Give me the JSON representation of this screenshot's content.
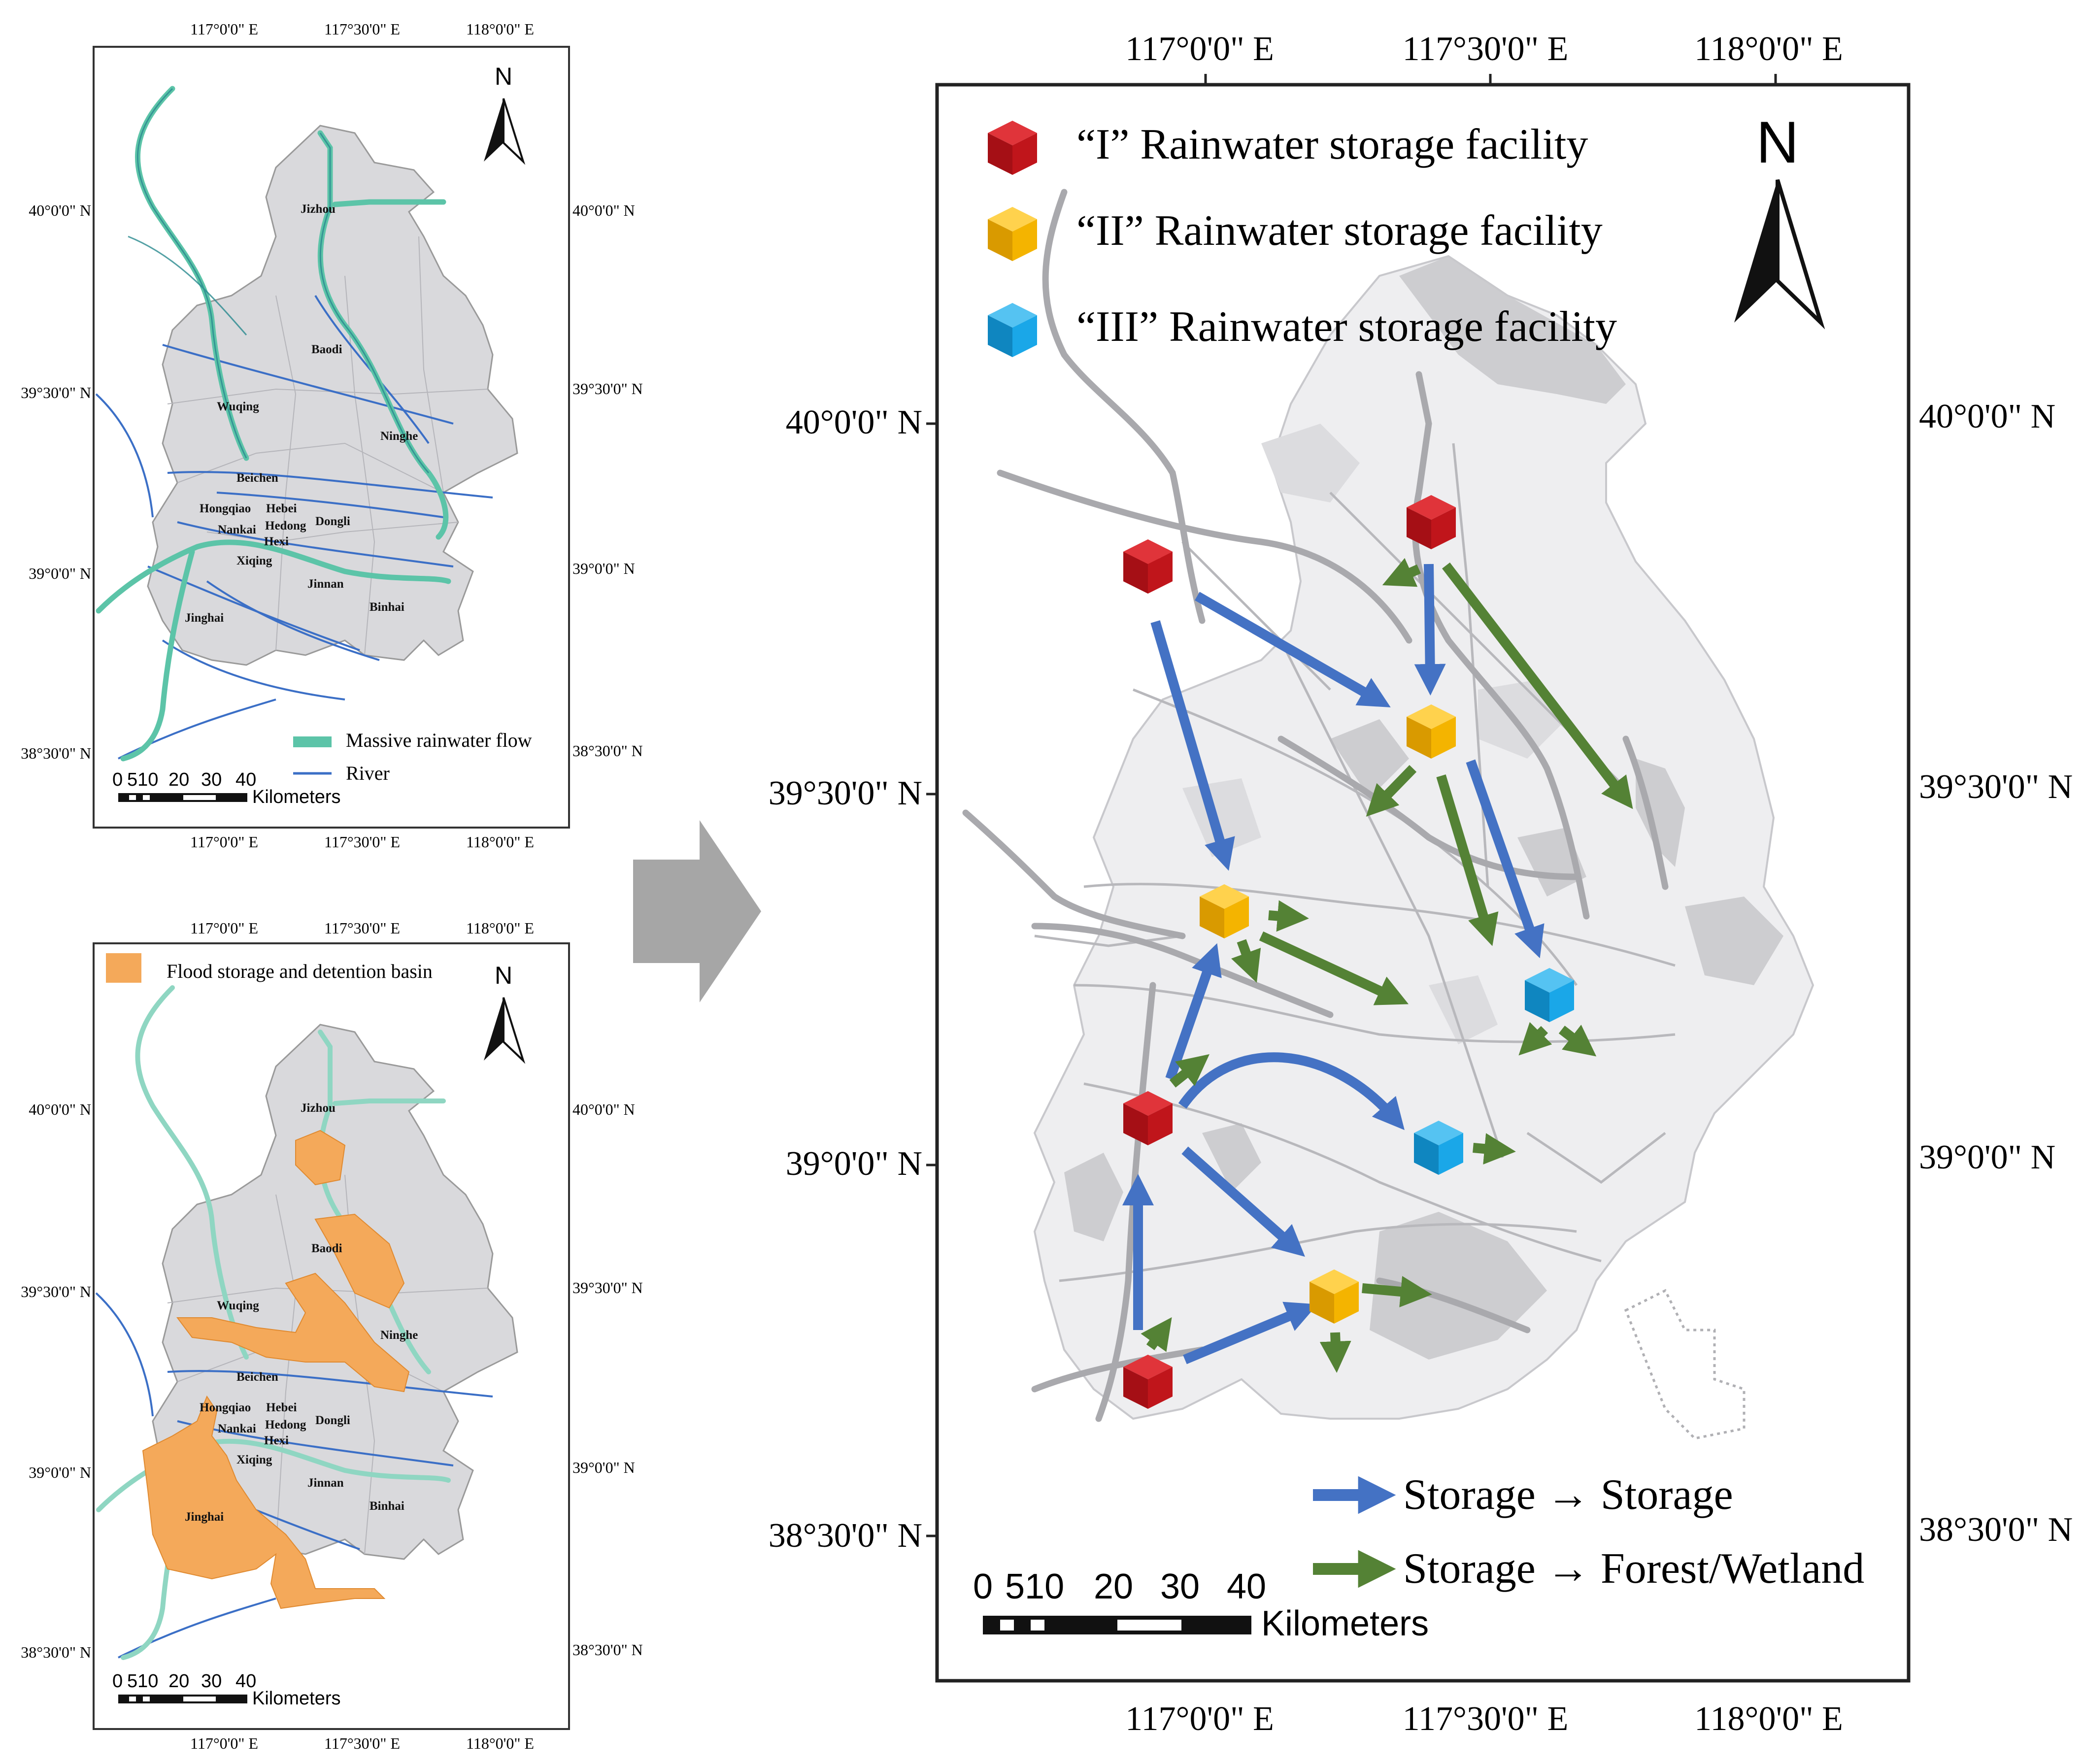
{
  "panels": {
    "top_left": {
      "graticule": {
        "x_labels": [
          "117°0'0\" E",
          "117°30'0\" E",
          "118°0'0\" E"
        ],
        "y_labels": [
          "40°0'0\" N",
          "39°30'0\" N",
          "39°0'0\" N",
          "38°30'0\" N"
        ]
      },
      "districts": [
        "Jizhou",
        "Baodi",
        "Wuqing",
        "Ninghe",
        "Beichen",
        "Hongqiao",
        "Hebei",
        "Nankai",
        "Hedong",
        "Dongli",
        "Hexi",
        "Xiqing",
        "Jinnan",
        "Jinghai",
        "Binhai"
      ],
      "legend": {
        "rainwater_flow": "Massive rainwater flow",
        "river": "River"
      },
      "north": "N",
      "scale": {
        "ticks": [
          "0",
          "510",
          "20",
          "30",
          "40"
        ],
        "unit": "Kilometers"
      }
    },
    "bottom_left": {
      "graticule": {
        "x_labels": [
          "117°0'0\" E",
          "117°30'0\" E",
          "118°0'0\" E"
        ],
        "y_labels": [
          "40°0'0\" N",
          "39°30'0\" N",
          "39°0'0\" N",
          "38°30'0\" N"
        ]
      },
      "districts": [
        "Jizhou",
        "Baodi",
        "Wuqing",
        "Ninghe",
        "Beichen",
        "Hongqiao",
        "Hebei",
        "Nankai",
        "Hedong",
        "Dongli",
        "Hexi",
        "Xiqing",
        "Jinnan",
        "Jinghai",
        "Binhai"
      ],
      "legend": {
        "basin": "Flood storage and detention basin"
      },
      "north": "N",
      "scale": {
        "ticks": [
          "0",
          "510",
          "20",
          "30",
          "40"
        ],
        "unit": "Kilometers"
      }
    },
    "right": {
      "graticule": {
        "x_labels": [
          "117°0'0\" E",
          "117°30'0\" E",
          "118°0'0\" E"
        ],
        "y_labels": [
          "40°0'0\" N",
          "39°30'0\" N",
          "39°0'0\" N",
          "38°30'0\" N"
        ]
      },
      "legend": {
        "level1": "“I” Rainwater storage facility",
        "level2": "“II” Rainwater storage facility",
        "level3": "“III” Rainwater storage facility",
        "storage_to_storage": "Storage → Storage",
        "storage_to_forest": "Storage → Forest/Wetland"
      },
      "north": "N",
      "scale": {
        "ticks": [
          "0",
          "510",
          "20",
          "30",
          "40"
        ],
        "unit": "Kilometers"
      }
    }
  },
  "colors": {
    "facility_I": "#c0151b",
    "facility_II": "#f4b400",
    "facility_III": "#1aa7e8",
    "arrow_storage": "#4472c4",
    "arrow_forest": "#548235",
    "rainwater_flow": "#5cc4a8",
    "river": "#3b6fc6",
    "basin": "#f4a95a",
    "map_fill": "#d9d9dc",
    "transition_arrow": "#a6a6a6"
  }
}
